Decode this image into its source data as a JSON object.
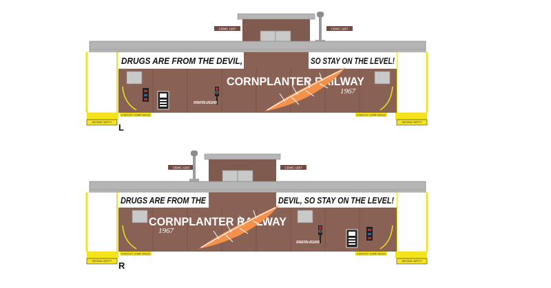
{
  "colors": {
    "body": "#8a6155",
    "body_dark": "#6f4b41",
    "roof": "#b5b5b5",
    "cupola": "#7e5a4f",
    "yellow": "#f4e21a",
    "orange": "#f5914a",
    "white": "#ffffff",
    "window": "#c9c9c9"
  },
  "cars": [
    {
      "side_label": "L",
      "slogan_left": "DRUGS ARE FROM THE DEVIL,",
      "slogan_right": "SO STAY ON THE LEVEL!",
      "railway_name": "CORNPLANTER RAILWAY",
      "year": "1967",
      "cupola_tag_left": "CBWC 1967",
      "cupola_tag_right": "CBWC 1967",
      "lifesaver": "OPERATION LIFESAVER",
      "stencil_left": "8 INCH 5.F. COMP. 000123",
      "stencil_right": "8 INCH 5.F. COMP. 000123",
      "step_text": "NATIONAL SAFETY"
    },
    {
      "side_label": "R",
      "slogan_left": "DRUGS ARE FROM THE",
      "slogan_right": "DEVIL, SO STAY ON THE LEVEL!",
      "railway_name": "CORNPLANTER RAILWAY",
      "year": "1967",
      "cupola_tag_left": "CBWC 1967",
      "cupola_tag_right": "CBWC 1967",
      "lifesaver": "OPERATION LIFESAVER",
      "stencil_left": "8 INCH 5.F. COMP. 000123",
      "stencil_right": "8 INCH 5.F. COMP. 000123",
      "step_text": "NATIONAL SAFETY"
    }
  ]
}
